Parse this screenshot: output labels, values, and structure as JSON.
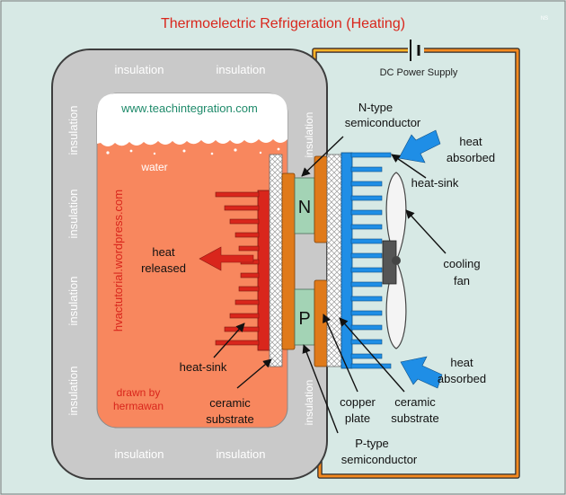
{
  "title": "Thermoelectric Refrigeration (Heating)",
  "corner_mark": "NS",
  "power_supply": "DC Power Supply",
  "insulation_label": "insulation",
  "website": "www.teachintegration.com",
  "blog": "hvactutorial.wordpress.com",
  "water": "water",
  "credit": [
    "drawn by",
    "hermawan"
  ],
  "n_letter": "N",
  "p_letter": "P",
  "n_type": [
    "N-type",
    "semiconductor"
  ],
  "p_type": [
    "P-type",
    "semiconductor"
  ],
  "heat_absorbed": [
    "heat",
    "absorbed"
  ],
  "heat_released": [
    "heat",
    "released"
  ],
  "heat_sink": "heat-sink",
  "cooling_fan": [
    "cooling",
    "fan"
  ],
  "copper_plate": [
    "copper",
    "plate"
  ],
  "ceramic_substrate": [
    "ceramic",
    "substrate"
  ],
  "colors": {
    "background": "#d7e9e5",
    "insulation": "#c9c9c9",
    "water": "#f8875e",
    "hot_sink": "#d9261c",
    "cold_sink": "#1f8ee6",
    "copper": "#e07a1a",
    "semiconductor": "#a3d3b5",
    "arrow_hot": "#d9261c",
    "arrow_cold": "#1f8ee6",
    "title": "#d9261c",
    "wire": "#f58a1f"
  }
}
